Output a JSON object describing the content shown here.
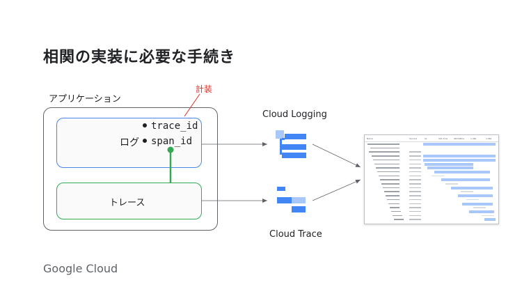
{
  "slide": {
    "title": "相関の実装に必要な手続き",
    "app_label": "アプリケーション",
    "instrumentation_label": "計装",
    "brand": "Google Cloud"
  },
  "log_component": {
    "label": "ログ",
    "fields": [
      "trace_id",
      "span_id"
    ]
  },
  "trace_component": {
    "label": "トレース"
  },
  "services": {
    "logging": "Cloud Logging",
    "trace": "Cloud Trace"
  },
  "colors": {
    "log_box": "#4a86e8",
    "trace_box": "#34a853",
    "instrumentation": "#d93025",
    "icon_blue": "#4285f4",
    "icon_light_blue": "#a8c7fa",
    "trace_bar": "#a8c7fa"
  },
  "trace_viewer": {
    "header_columns": [
      "Name",
      "Service",
      "0s",
      "501.5ms",
      "963.88ms",
      "1.46s",
      "1.96s"
    ]
  }
}
